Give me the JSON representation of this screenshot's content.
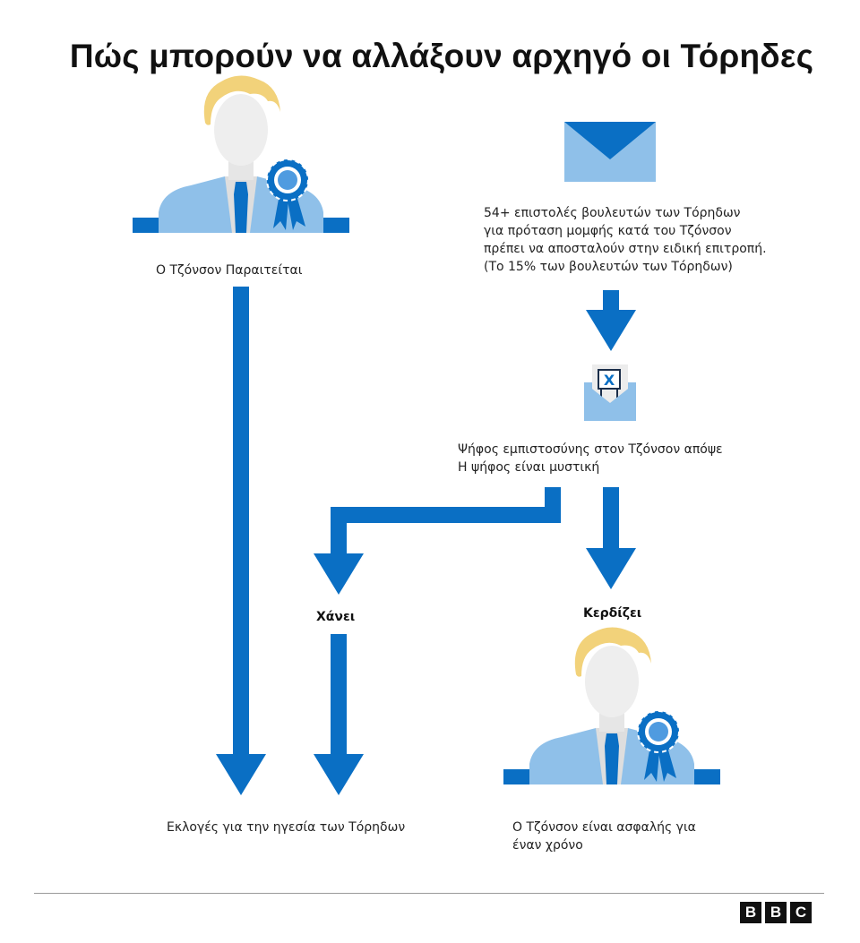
{
  "title": "Πώς μπορούν να αλλάξουν αρχηγό οι Τόρηδες",
  "resigns": {
    "label": "Ο Τζόνσον Παραιτείται",
    "icon": "johnson-figure-icon"
  },
  "letters": {
    "icon": "envelope-icon",
    "lines": [
      "54+ επιστολές βουλευτών των Τόρηδων",
      "για πρόταση μομφής κατά του Τζόνσον",
      "πρέπει να αποσταλούν στην ειδική επιτροπή.",
      "(Το 15% των βουλευτών των Τόρηδων)"
    ]
  },
  "vote": {
    "icon": "ballot-envelope-icon",
    "ballot_mark": "X",
    "lines": [
      "Ψήφος εμπιστοσύνης στον Τζόνσον απόψε",
      "Η ψήφος είναι μυστική"
    ]
  },
  "loses_label": "Χάνει",
  "wins_label": "Κερδίζει",
  "leadership_election": "Εκλογές για την ηγεσία των Τόρηδων",
  "safe": {
    "lines": [
      "Ο Τζόνσον είναι ασφαλής για",
      "έναν χρόνο"
    ],
    "icon": "johnson-figure-icon"
  },
  "brand": {
    "letters": [
      "B",
      "B",
      "C"
    ]
  },
  "colors": {
    "arrow": "#0a6fc4",
    "light_blue": "#8fc0e9",
    "hair": "#f2d27a",
    "face": "#eeeeee"
  }
}
